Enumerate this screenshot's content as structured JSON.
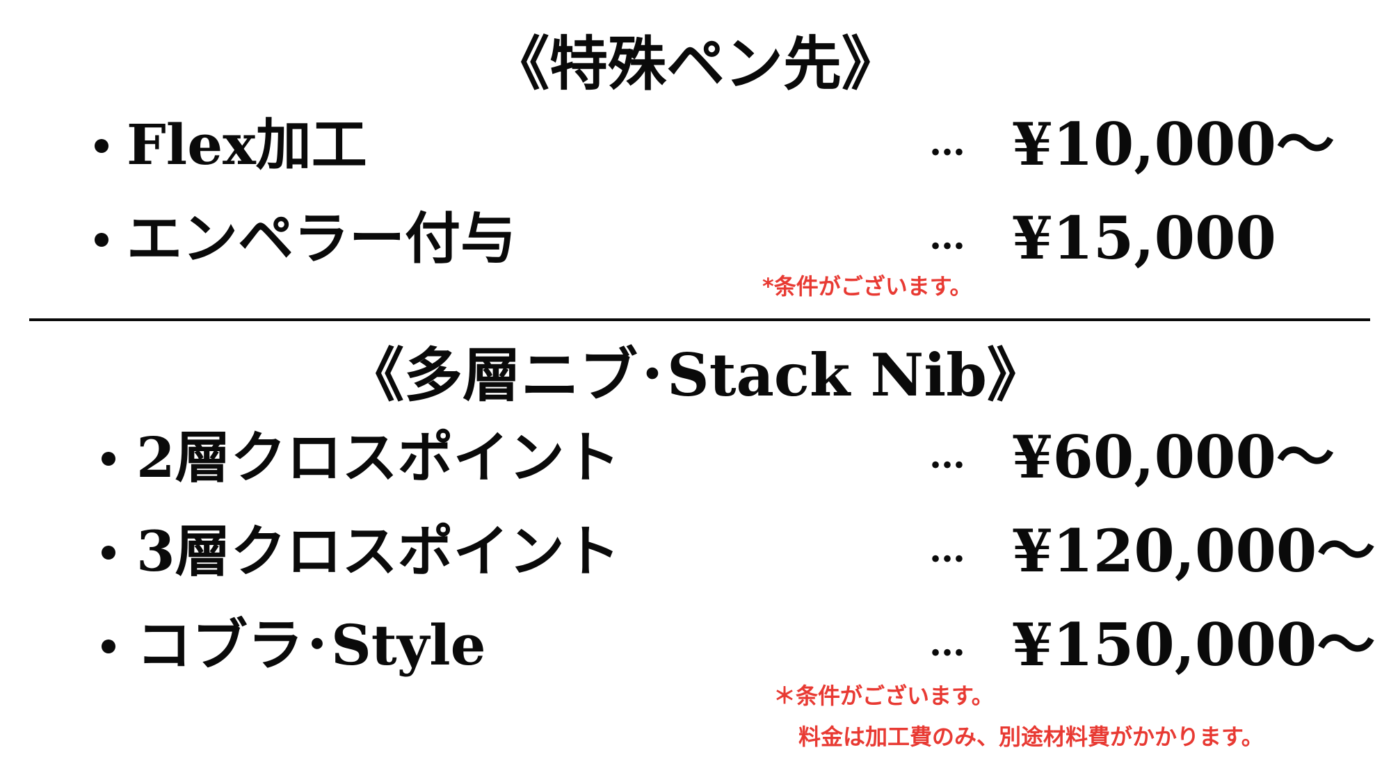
{
  "sections": [
    {
      "title": "《特殊ペン先》",
      "items": [
        {
          "label": "Flex加工",
          "ellipsis": "…",
          "price": "¥10,000〜"
        },
        {
          "label": "エンペラー付与",
          "ellipsis": "…",
          "price": "¥15,000"
        }
      ],
      "note": "*条件がございます。"
    },
    {
      "title": "《多層ニブ･Stack Nib》",
      "items": [
        {
          "label": "2層クロスポイント",
          "ellipsis": "…",
          "price": "¥60,000〜"
        },
        {
          "label": "3層クロスポイント",
          "ellipsis": "…",
          "price": "¥120,000〜"
        },
        {
          "label": "コブラ･Style",
          "ellipsis": "…",
          "price": "¥150,000〜"
        }
      ],
      "note_lines": [
        "＊条件がございます。",
        "料金は加工費のみ、別途材料費がかかります。"
      ]
    }
  ],
  "colors": {
    "text": "#0a0a0a",
    "note": "#e83a33",
    "background": "#ffffff"
  }
}
